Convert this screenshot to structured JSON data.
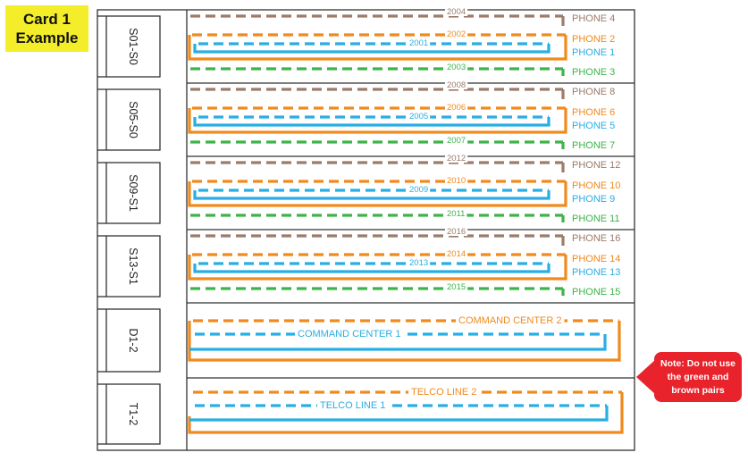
{
  "card": {
    "line1": "Card 1",
    "line2": "Example",
    "bg": "#f4ee2a"
  },
  "colors": {
    "brown": "#9c7b6a",
    "orange": "#f08a1c",
    "blue": "#29aee3",
    "green": "#3db449"
  },
  "blocks": [
    {
      "connector": "S01-S0",
      "brown": {
        "ext": "2004",
        "phone": "PHONE 4"
      },
      "orange": {
        "ext": "2002",
        "phone": "PHONE 2"
      },
      "blue": {
        "ext": "2001",
        "phone": "PHONE 1"
      },
      "green": {
        "ext": "2003",
        "phone": "PHONE 3"
      }
    },
    {
      "connector": "S05-S0",
      "brown": {
        "ext": "2008",
        "phone": "PHONE 8"
      },
      "orange": {
        "ext": "2006",
        "phone": "PHONE 6"
      },
      "blue": {
        "ext": "2005",
        "phone": "PHONE 5"
      },
      "green": {
        "ext": "2007",
        "phone": "PHONE 7"
      }
    },
    {
      "connector": "S09-S1",
      "brown": {
        "ext": "2012",
        "phone": "PHONE 12"
      },
      "orange": {
        "ext": "2010",
        "phone": "PHONE 10"
      },
      "blue": {
        "ext": "2009",
        "phone": "PHONE 9"
      },
      "green": {
        "ext": "2011",
        "phone": "PHONE 11"
      }
    },
    {
      "connector": "S13-S1",
      "brown": {
        "ext": "2016",
        "phone": "PHONE 16"
      },
      "orange": {
        "ext": "2014",
        "phone": "PHONE 14"
      },
      "blue": {
        "ext": "2013",
        "phone": "PHONE 13"
      },
      "green": {
        "ext": "2015",
        "phone": "PHONE 15"
      }
    }
  ],
  "d_block": {
    "connector": "D1-2",
    "orange": "COMMAND CENTER 2",
    "blue": "COMMAND CENTER 1"
  },
  "t_block": {
    "connector": "T1-2",
    "orange": "TELCO LINE 2",
    "blue": "TELCO LINE 1"
  },
  "note": {
    "line1": "Note: Do not use",
    "line2": "the green and",
    "line3": "brown pairs"
  }
}
